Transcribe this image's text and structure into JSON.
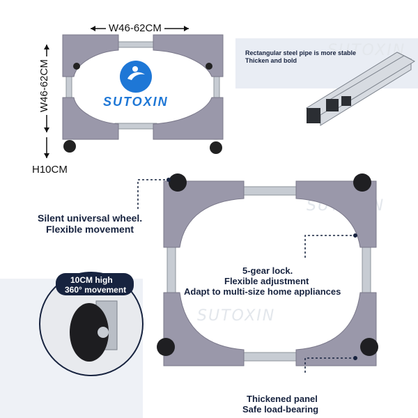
{
  "brand": {
    "name": "SUTOXIN",
    "logo_color": "#1e77d6"
  },
  "watermarks": [
    "SUTOXIN",
    "SUTOXIN",
    "SUTOXIN"
  ],
  "dimensions": {
    "width": "W46-62CM",
    "depth": "W46-62CM",
    "height": "H10CM"
  },
  "steel_callout": {
    "line1": "Rectangular steel pipe is more stable",
    "line2": "Thicken and bold"
  },
  "features": {
    "wheel": {
      "line1": "Silent universal wheel.",
      "line2": "Flexible movement"
    },
    "lock": {
      "line1": "5-gear lock.",
      "line2": "Flexible adjustment",
      "line3": "Adapt to multi-size home appliances"
    },
    "panel": {
      "line1": "Thickened panel",
      "line2": "Safe load-bearing"
    }
  },
  "badge": {
    "line1": "10CM high",
    "line2": "360° movement"
  },
  "colors": {
    "navy": "#17233f",
    "frame_gray": "#9a98aa",
    "steel": "#c7ccd3",
    "panel_bg": "#e9edf4"
  }
}
